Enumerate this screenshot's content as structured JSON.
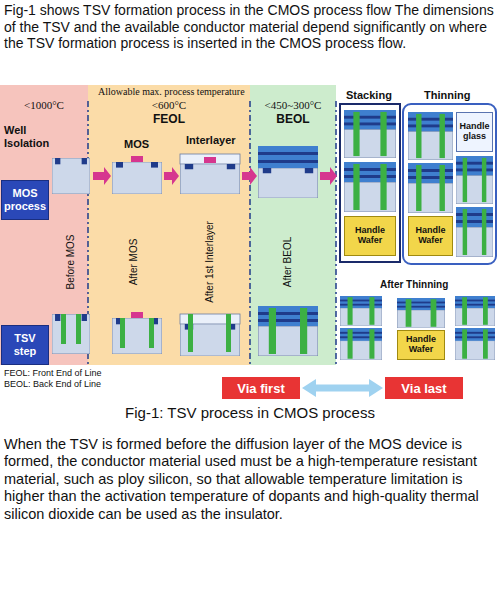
{
  "diagram": {
    "title": "Fig-1 shows TSV formation process in the CMOS process flow The dimensions of the TSV and the available conductor material depend significantly on where the TSV formation process is inserted in the CMOS process flow.",
    "caption": "Fig-1: TSV process in CMOS process",
    "nodes": [
      {
        "text": [
          "<1000°C"
        ]
      },
      {
        "text": [
          "<600°C",
          "FEOL"
        ]
      },
      {
        "text": [
          "<450~300°C",
          "BEOL"
        ]
      },
      {
        "text": [
          "MOS process"
        ]
      },
      {
        "text": [
          "TSV step"
        ]
      },
      {
        "text": [
          "Via first"
        ]
      },
      {
        "text": [
          "Via last"
        ]
      },
      {
        "text": [
          "Handle glass"
        ]
      },
      {
        "text": [
          "Handle Wafer"
        ]
      },
      {
        "text": [
          "Handle Wafer"
        ]
      },
      {
        "text": [
          "Handle Wafer"
        ]
      }
    ],
    "edges": [
      {
        "from": 5,
        "to": 6,
        "arrow": "both"
      }
    ],
    "labels": [
      "Allowable max. process temperature",
      "Stacking",
      "Thinning",
      "Well Isolation",
      "MOS",
      "Interlayer",
      "Before MOS",
      "After MOS",
      "After 1st Interlayer",
      "After BEOL",
      "After Thinning",
      "FEOL: Front End of Line",
      "BEOL: Back End of Line",
      "When the TSV is formed before the diffusion layer of the MOS device is formed, the conductor material used must be a high-temperature resistant material, such as ploy silicon, so that allowable temperature limitation is higher than the activation temperature of dopants and high-quality thermal silicon dioxide can be used as the insulator."
    ]
  }
}
